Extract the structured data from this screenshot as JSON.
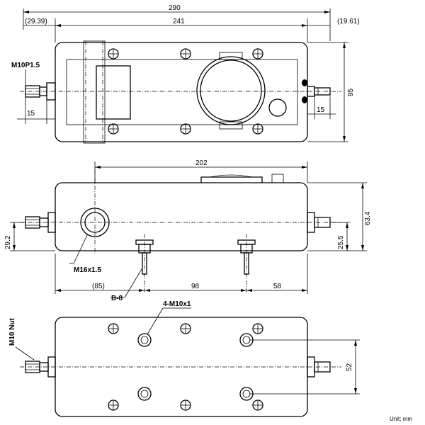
{
  "dimensions": {
    "overall_length": "290",
    "body_length": "241",
    "left_offset": "(29.39)",
    "right_offset": "(19.61)",
    "thread_left": "M10P1.5",
    "fitting_left": "15",
    "fitting_right": "15",
    "height_top": "95",
    "length_202": "202",
    "center_height_left": "29.2",
    "height_right_25": "25.5",
    "height_total": "63.4",
    "port_thread": "M16x1.5",
    "bolt_label": "B-8",
    "spacing_85": "(85)",
    "spacing_98": "98",
    "spacing_58": "58",
    "mount_holes": "4-M10x1",
    "nut_label": "M10 Nut",
    "hole_pitch": "52",
    "unit": "Unit: mm"
  }
}
